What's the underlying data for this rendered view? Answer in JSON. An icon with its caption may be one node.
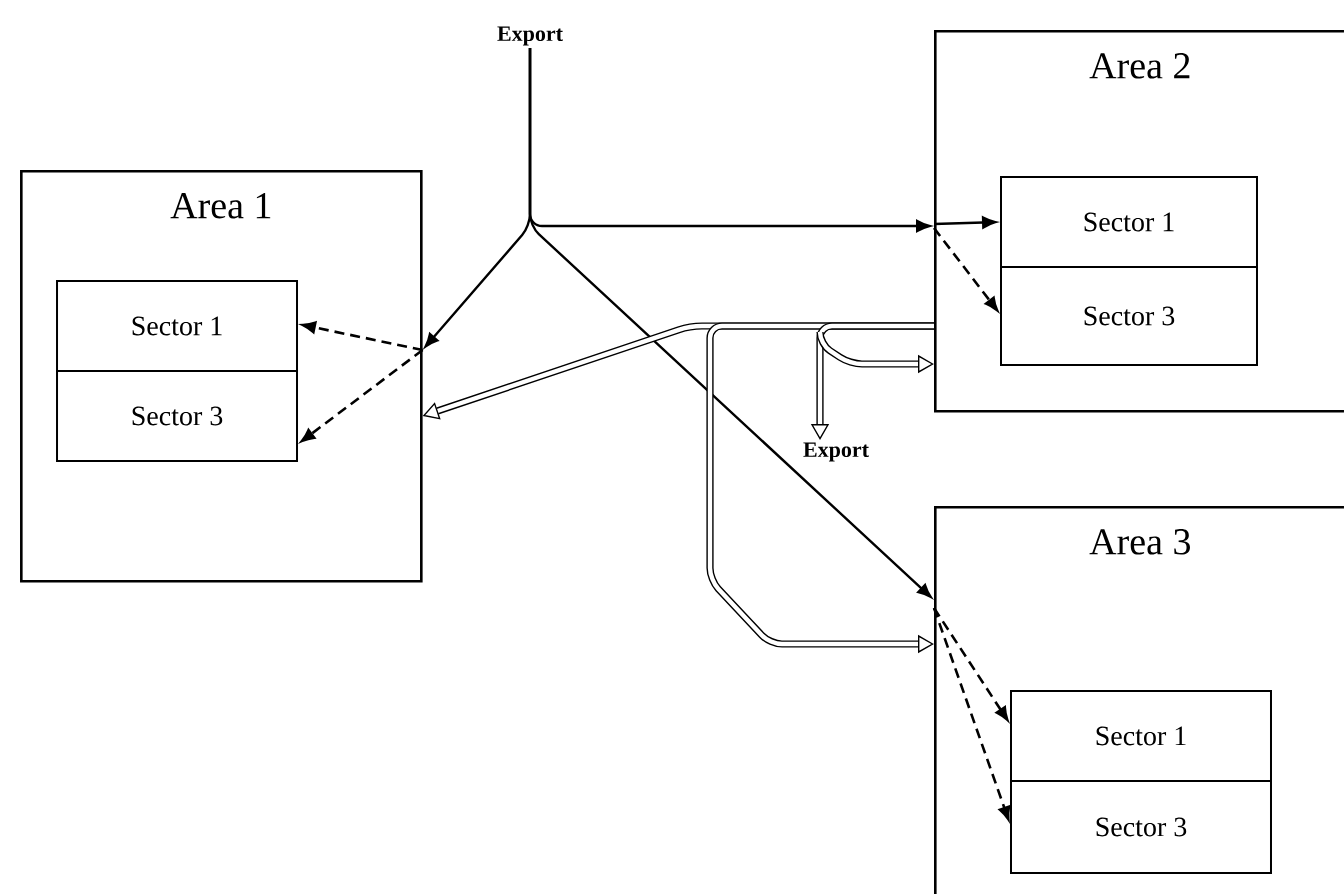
{
  "diagram": {
    "nodes": [
      {
        "text": [
          "Export"
        ]
      },
      {
        "text": [
          "Area 1"
        ]
      },
      {
        "text": [
          "Sector 1"
        ],
        "in": 1
      },
      {
        "text": [
          "Sector 3"
        ],
        "in": 1
      },
      {
        "text": [
          "Area 2"
        ]
      },
      {
        "text": [
          "Sector 1"
        ],
        "in": 4
      },
      {
        "text": [
          "Sector 3"
        ],
        "in": 4
      },
      {
        "text": [
          "Export"
        ]
      },
      {
        "text": [
          "Area 3"
        ]
      },
      {
        "text": [
          "Sector 1"
        ],
        "in": 8
      },
      {
        "text": [
          "Sector 3"
        ],
        "in": 8
      }
    ],
    "edges": [
      {
        "from": 0,
        "to": 1,
        "arrow": "to"
      },
      {
        "from": 0,
        "to": 4,
        "arrow": "to"
      },
      {
        "from": 0,
        "to": 8,
        "arrow": "to"
      },
      {
        "from": 1,
        "to": 2,
        "arrow": "to",
        "style": "dashed"
      },
      {
        "from": 1,
        "to": 3,
        "arrow": "to",
        "style": "dashed"
      },
      {
        "from": 4,
        "to": 5,
        "arrow": "to"
      },
      {
        "from": 4,
        "to": 6,
        "arrow": "to",
        "style": "dashed"
      },
      {
        "from": 8,
        "to": 9,
        "arrow": "to",
        "style": "dashed"
      },
      {
        "from": 8,
        "to": 10,
        "arrow": "to",
        "style": "dashed"
      },
      {
        "from": 4,
        "to": 1,
        "arrow": "to",
        "style": "thick"
      },
      {
        "from": 4,
        "to": 8,
        "arrow": "to",
        "style": "thick"
      },
      {
        "from": 4,
        "to": 7,
        "arrow": "to",
        "style": "thick"
      },
      {
        "from": null,
        "to": 4,
        "arrow": "to",
        "style": "thick"
      }
    ]
  }
}
